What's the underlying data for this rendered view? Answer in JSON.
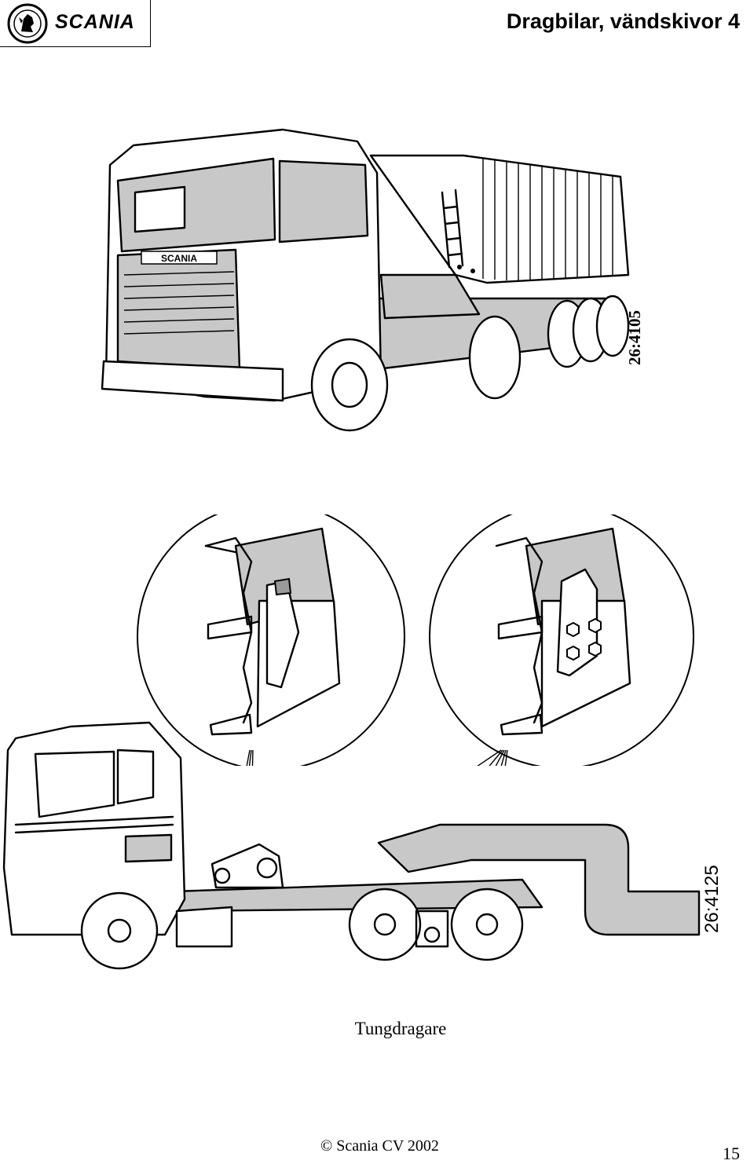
{
  "header": {
    "brand": "SCANIA",
    "title": "Dragbilar, vändskivor 4",
    "logo_icon": "scania-griffin-logo-icon"
  },
  "figures": {
    "top_code": "26:4105",
    "bottom_code": "26:4125",
    "cab_badge": "SCANIA",
    "caption": "Tungdragare"
  },
  "footer": {
    "copyright": "© Scania CV 2002",
    "page_number": "15"
  },
  "colors": {
    "fill_gray": "#c8c8c8",
    "line": "#000000"
  }
}
